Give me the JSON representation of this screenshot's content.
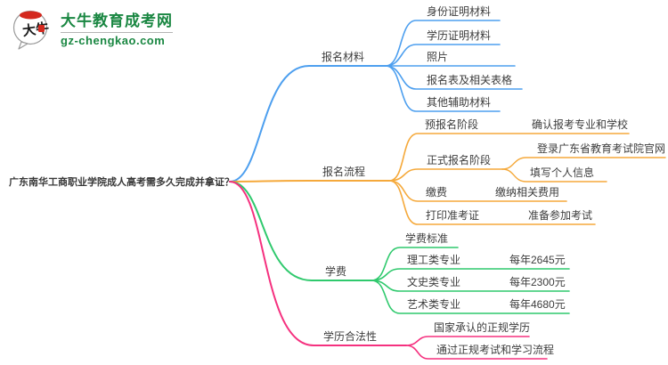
{
  "logo": {
    "mark_text": "大牛",
    "brand": "大牛教育成考网",
    "domain": "gz-chengkao.com",
    "brand_color": "#1a8742",
    "mark_accent_color": "#d4281e"
  },
  "central_topic": "广东南华工商职业学院成人高考需多久完成并拿证？",
  "colors": {
    "branch_materials": "#4d9fef",
    "branch_process": "#f5a93b",
    "branch_tuition": "#2fc96d",
    "branch_legality": "#f5317f",
    "text": "#3d3d3d"
  },
  "branches": [
    {
      "label": "报名材料",
      "color": "#4d9fef",
      "children": [
        {
          "label": "身份证明材料"
        },
        {
          "label": "学历证明材料"
        },
        {
          "label": "照片"
        },
        {
          "label": "报名表及相关表格"
        },
        {
          "label": "其他辅助材料"
        }
      ]
    },
    {
      "label": "报名流程",
      "color": "#f5a93b",
      "children": [
        {
          "label": "预报名阶段",
          "children": [
            {
              "label": "确认报考专业和学校"
            }
          ]
        },
        {
          "label": "正式报名阶段",
          "children": [
            {
              "label": "登录广东省教育考试院官网"
            },
            {
              "label": "填写个人信息"
            }
          ]
        },
        {
          "label": "缴费",
          "children": [
            {
              "label": "缴纳相关费用"
            }
          ]
        },
        {
          "label": "打印准考证",
          "children": [
            {
              "label": "准备参加考试"
            }
          ]
        }
      ]
    },
    {
      "label": "学费",
      "color": "#2fc96d",
      "children": [
        {
          "label": "学费标准"
        },
        {
          "label": "理工类专业",
          "children": [
            {
              "label": "每年2645元"
            }
          ]
        },
        {
          "label": "文史类专业",
          "children": [
            {
              "label": "每年2300元"
            }
          ]
        },
        {
          "label": "艺术类专业",
          "children": [
            {
              "label": "每年4680元"
            }
          ]
        }
      ]
    },
    {
      "label": "学历合法性",
      "color": "#f5317f",
      "children": [
        {
          "label": "国家承认的正规学历"
        },
        {
          "label": "通过正规考试和学习流程"
        }
      ]
    }
  ]
}
